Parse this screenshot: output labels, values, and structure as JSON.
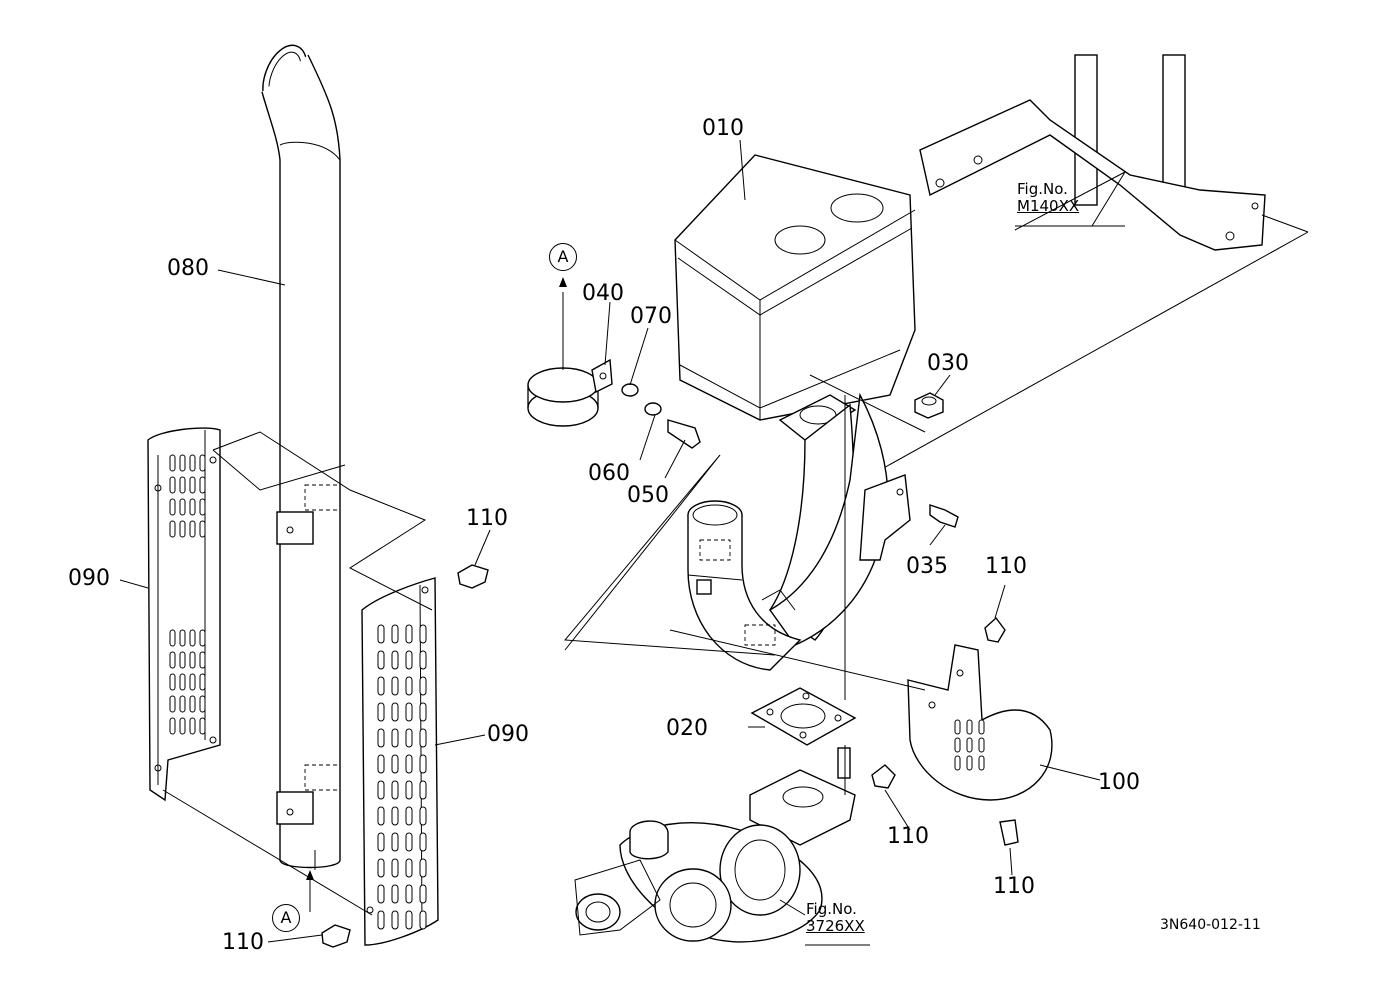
{
  "callouts": {
    "p010": "010",
    "p020": "020",
    "p030": "030",
    "p035": "035",
    "p040": "040",
    "p050": "050",
    "p060": "060",
    "p070": "070",
    "p080": "080",
    "p090_left": "090",
    "p090_right": "090",
    "p100": "100",
    "p110_top_left": "110",
    "p110_bottom_left": "110",
    "p110_right_upper": "110",
    "p110_right_mid": "110",
    "p110_right_low": "110"
  },
  "markers": {
    "a_top": "A",
    "a_bottom": "A"
  },
  "fig_refs": {
    "frame": {
      "label": "Fig.No.",
      "ref": "M140XX"
    },
    "turbo": {
      "label": "Fig.No.",
      "ref": "3726XX"
    }
  },
  "document_id": "3N640-012-11"
}
